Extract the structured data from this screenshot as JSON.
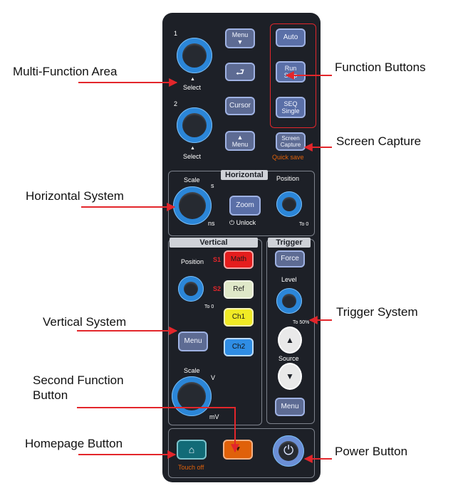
{
  "callouts": {
    "multi_function": "Multi-Function Area",
    "horizontal_system": "Horizontal System",
    "vertical_system": "Vertical System",
    "second_function": "Second Function Button",
    "homepage": "Homepage Button",
    "function_buttons": "Function Buttons",
    "screen_capture": "Screen Capture",
    "trigger_system": "Trigger System",
    "power": "Power Button"
  },
  "multi": {
    "knob1_number": "1",
    "knob2_number": "2",
    "select1": "Select",
    "select2": "Select",
    "menu_down": "Menu",
    "back_icon": "return-icon",
    "cursor": "Cursor",
    "menu_up": "Menu"
  },
  "function": {
    "auto": "Auto",
    "run_stop_line1": "Run",
    "run_stop_line2": "Stop",
    "seq_line1": "SEQ",
    "seq_line2": "Single",
    "screen_capture_line1": "Screen",
    "screen_capture_line2": "Capture",
    "quick_save": "Quick save"
  },
  "horizontal": {
    "title": "Horizontal",
    "scale": "Scale",
    "s_unit": "s",
    "ns_unit": "ns",
    "zoom": "Zoom",
    "unlock": "Unlock",
    "position": "Position",
    "to_zero": "To 0"
  },
  "vertical": {
    "title": "Vertical",
    "position": "Position",
    "to_zero": "To 0",
    "s1": "S1",
    "s2": "S2",
    "math": "Math",
    "ref": "Ref",
    "ch1": "Ch1",
    "ch2": "Ch2",
    "menu": "Menu",
    "scale": "Scale",
    "v_unit": "V",
    "mv_unit": "mV"
  },
  "trigger": {
    "title": "Trigger",
    "force": "Force",
    "level": "Level",
    "to_50": "To 50%",
    "source": "Source",
    "menu": "Menu"
  },
  "bottom": {
    "touch_off": "Touch off"
  },
  "colors": {
    "panel": "#1d2027",
    "knob_blue": "#2b86d8",
    "arrow_red": "#e3262b"
  }
}
